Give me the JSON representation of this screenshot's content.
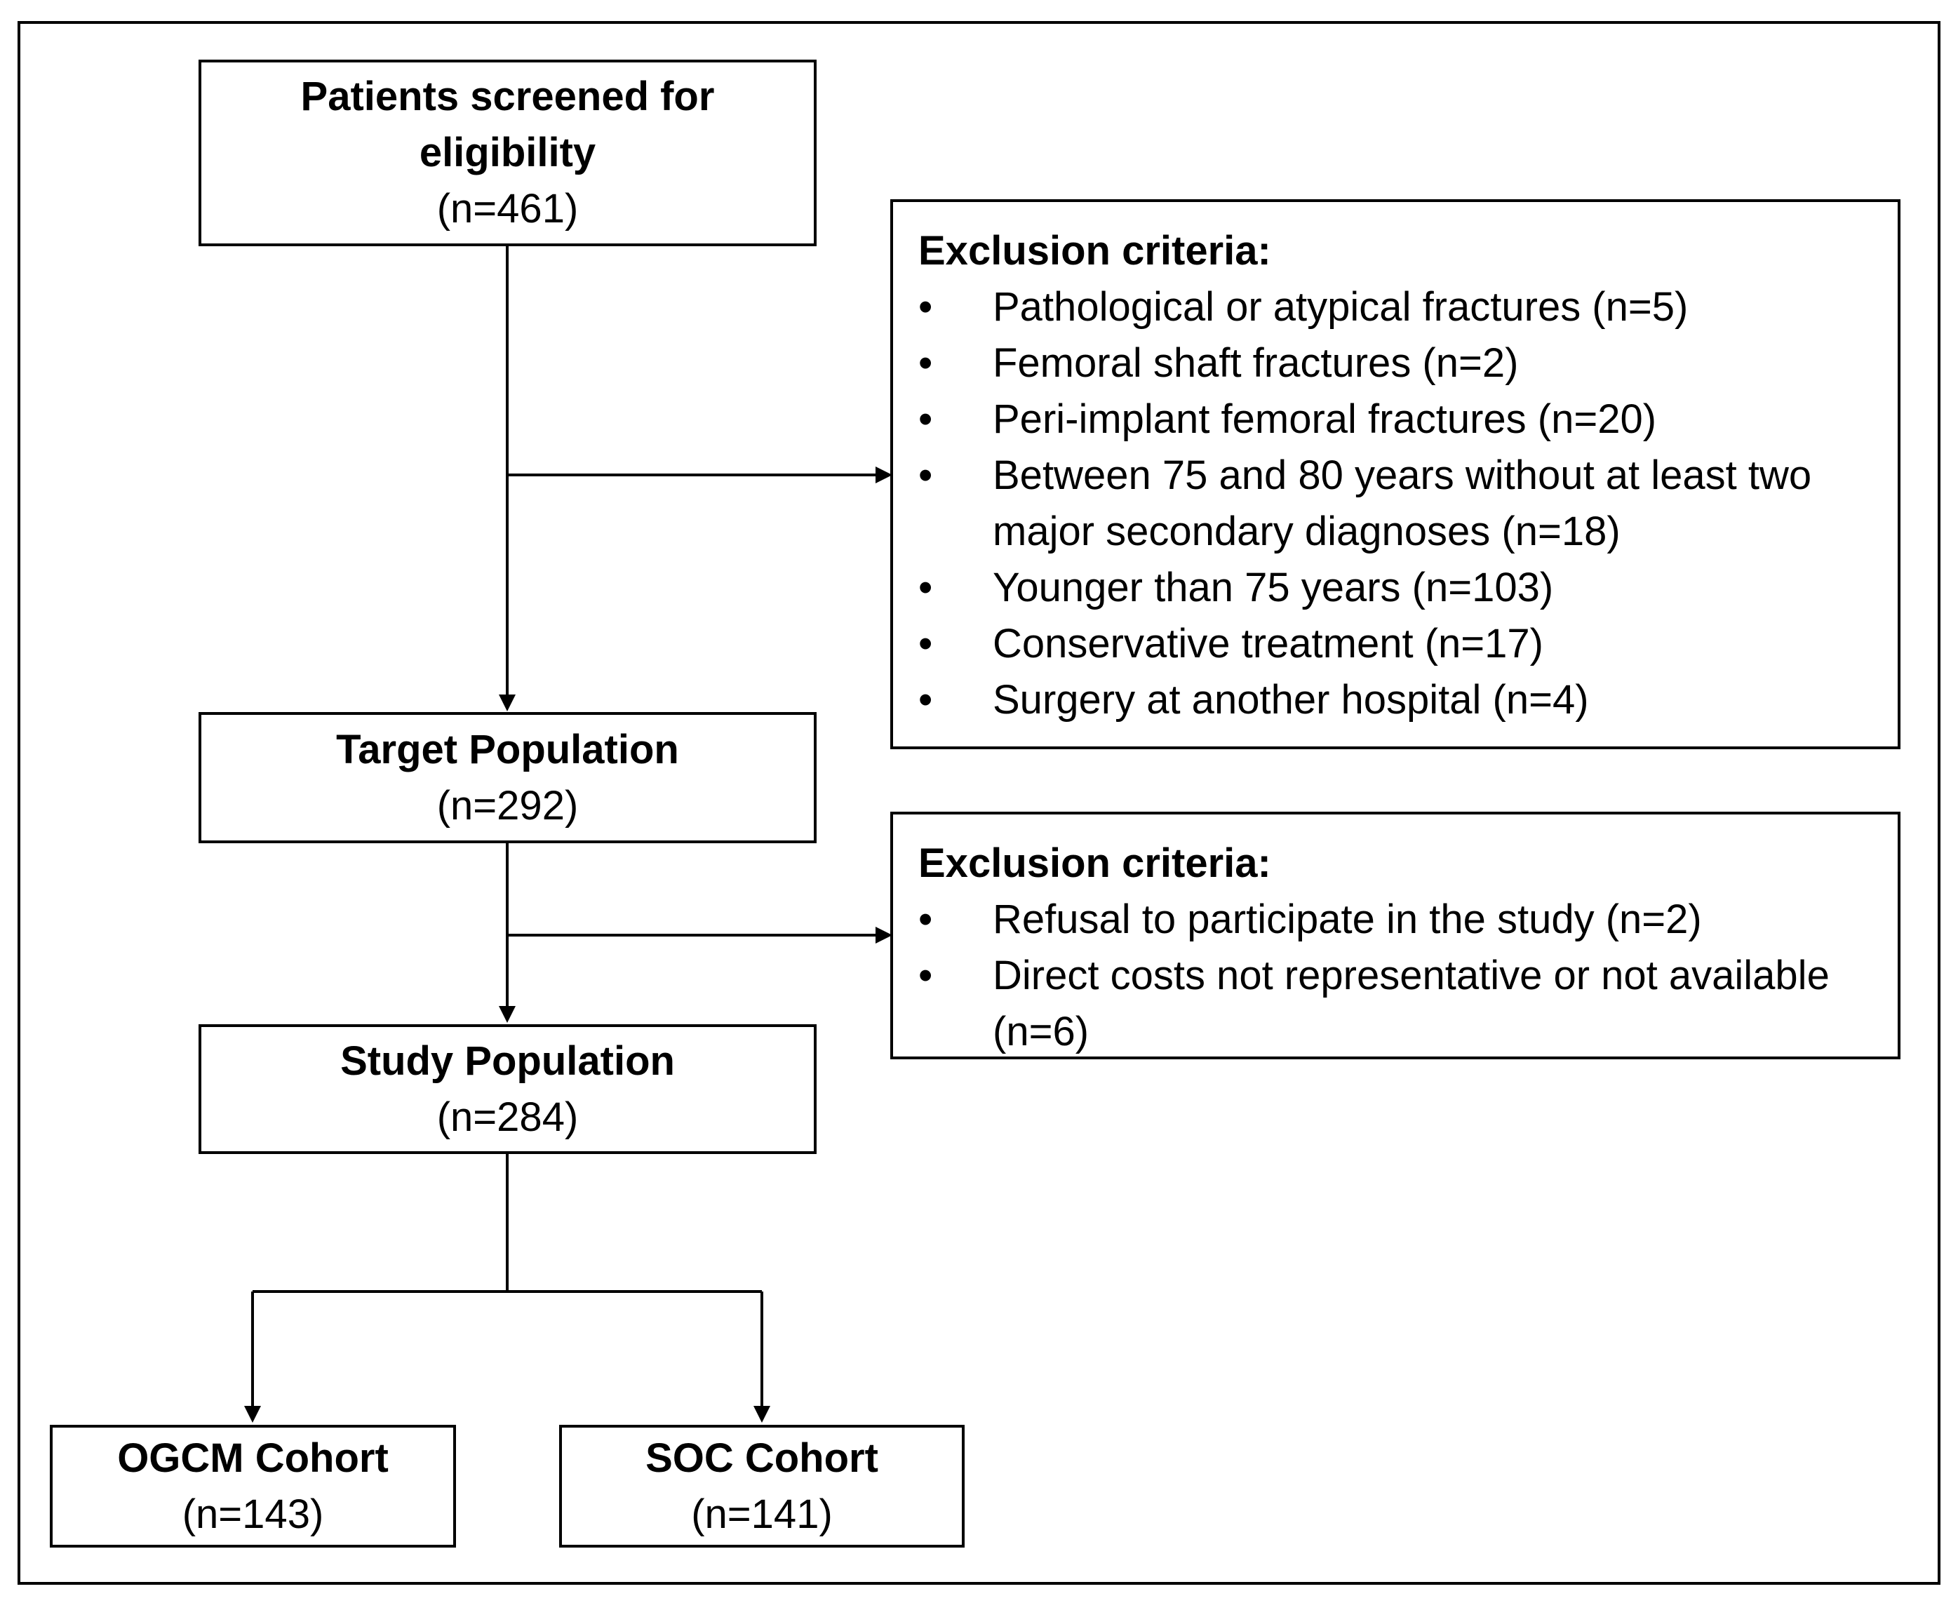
{
  "nodes": {
    "screened": {
      "title_line1": "Patients screened for",
      "title_line2": "eligibility",
      "count": "(n=461)"
    },
    "target": {
      "title": "Target Population",
      "count": "(n=292)"
    },
    "study": {
      "title": "Study Population",
      "count": "(n=284)"
    },
    "ogcm": {
      "title": "OGCM Cohort",
      "count": "(n=143)"
    },
    "soc": {
      "title": "SOC Cohort",
      "count": "(n=141)"
    }
  },
  "exclusions_1": {
    "heading": "Exclusion criteria:",
    "bullet": "•",
    "items": [
      "Pathological or atypical fractures (n=5)",
      "Femoral shaft fractures (n=2)",
      "Peri-implant femoral fractures (n=20)",
      "Between 75 and 80 years without at least two major secondary diagnoses (n=18)",
      "Younger than 75 years (n=103)",
      "Conservative treatment (n=17)",
      "Surgery at another hospital (n=4)"
    ]
  },
  "exclusions_2": {
    "heading": "Exclusion criteria:",
    "bullet": "•",
    "items": [
      "Refusal to participate in the study (n=2)",
      "Direct costs not representative or not available (n=6)"
    ]
  }
}
